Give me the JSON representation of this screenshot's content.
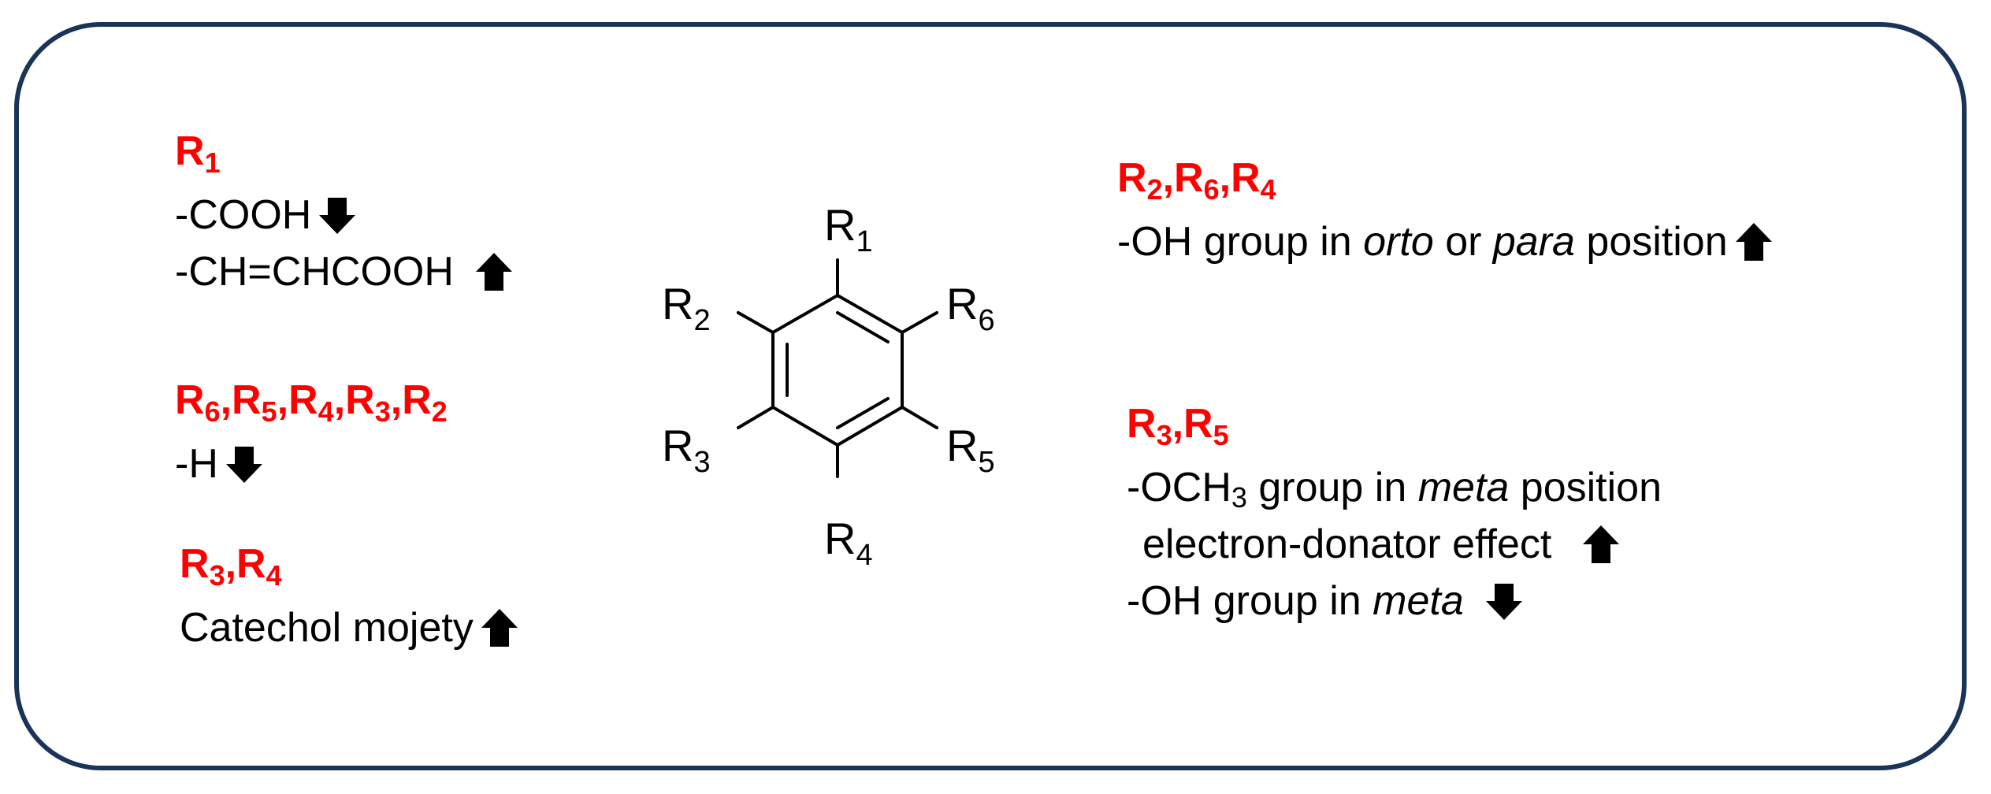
{
  "left": {
    "g1": {
      "label": "R",
      "sub": "1",
      "lines": [
        {
          "text": "-COOH",
          "arrow": "down"
        },
        {
          "text": "-CH=CHCOOH",
          "arrow": "up"
        }
      ]
    },
    "g2": {
      "labels": [
        {
          "r": "R",
          "s": "6"
        },
        {
          "r": "R",
          "s": "5"
        },
        {
          "r": "R",
          "s": "4"
        },
        {
          "r": "R",
          "s": "3"
        },
        {
          "r": "R",
          "s": "2"
        }
      ],
      "sep": ",",
      "lines": [
        {
          "text": "-H",
          "arrow": "down"
        }
      ]
    },
    "g3": {
      "labels": [
        {
          "r": "R",
          "s": "3"
        },
        {
          "r": "R",
          "s": "4"
        }
      ],
      "sep": ",",
      "lines": [
        {
          "text": "Catechol mojety",
          "arrow": "up"
        }
      ]
    }
  },
  "right": {
    "g1": {
      "labels": [
        {
          "r": "R",
          "s": "2"
        },
        {
          "r": "R",
          "s": "6"
        },
        {
          "r": "R",
          "s": "4"
        }
      ],
      "sep": ",",
      "line": {
        "pre": "-OH group in ",
        "it1": "orto",
        "mid": " or ",
        "it2": "para",
        "post": " position",
        "arrow": "up"
      }
    },
    "g2": {
      "labels": [
        {
          "r": "R",
          "s": "3"
        },
        {
          "r": "R",
          "s": "5"
        }
      ],
      "sep": ",",
      "line1": {
        "pre": "-OCH",
        "sub": "3",
        "mid": " group in ",
        "it": "meta",
        "post": " position"
      },
      "line2": {
        "text": "electron-donator effect",
        "arrow": "up"
      },
      "line3": {
        "pre": "-OH group in ",
        "it": "meta",
        "arrow": "down"
      }
    }
  },
  "molecule": {
    "r1": {
      "r": "R",
      "s": "1"
    },
    "r2": {
      "r": "R",
      "s": "2"
    },
    "r3": {
      "r": "R",
      "s": "3"
    },
    "r4": {
      "r": "R",
      "s": "4"
    },
    "r5": {
      "r": "R",
      "s": "5"
    },
    "r6": {
      "r": "R",
      "s": "6"
    }
  },
  "colors": {
    "frame": "#1a3358",
    "label": "#ff0000",
    "arrow": "#000000"
  },
  "icons": {
    "up": "up-arrow-icon",
    "down": "down-arrow-icon"
  }
}
